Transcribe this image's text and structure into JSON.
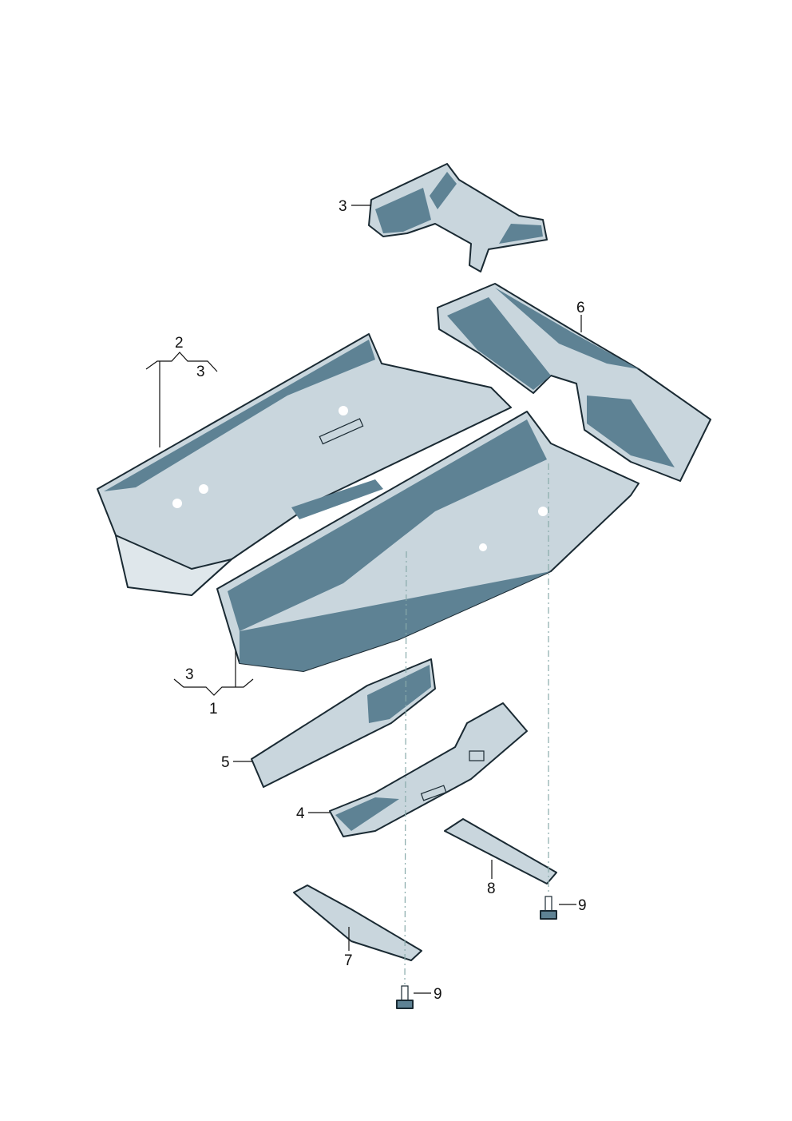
{
  "colors": {
    "light": "#c9d6dd",
    "dark": "#5e8294",
    "outline": "#1a2a33"
  },
  "labels": {
    "part3_top": "3",
    "part6": "6",
    "part2": "2",
    "part3_left": "3",
    "part3_bottom": "3",
    "part1": "1",
    "part5": "5",
    "part4": "4",
    "part8": "8",
    "part9_right": "9",
    "part7": "7",
    "part9_bottom": "9"
  }
}
